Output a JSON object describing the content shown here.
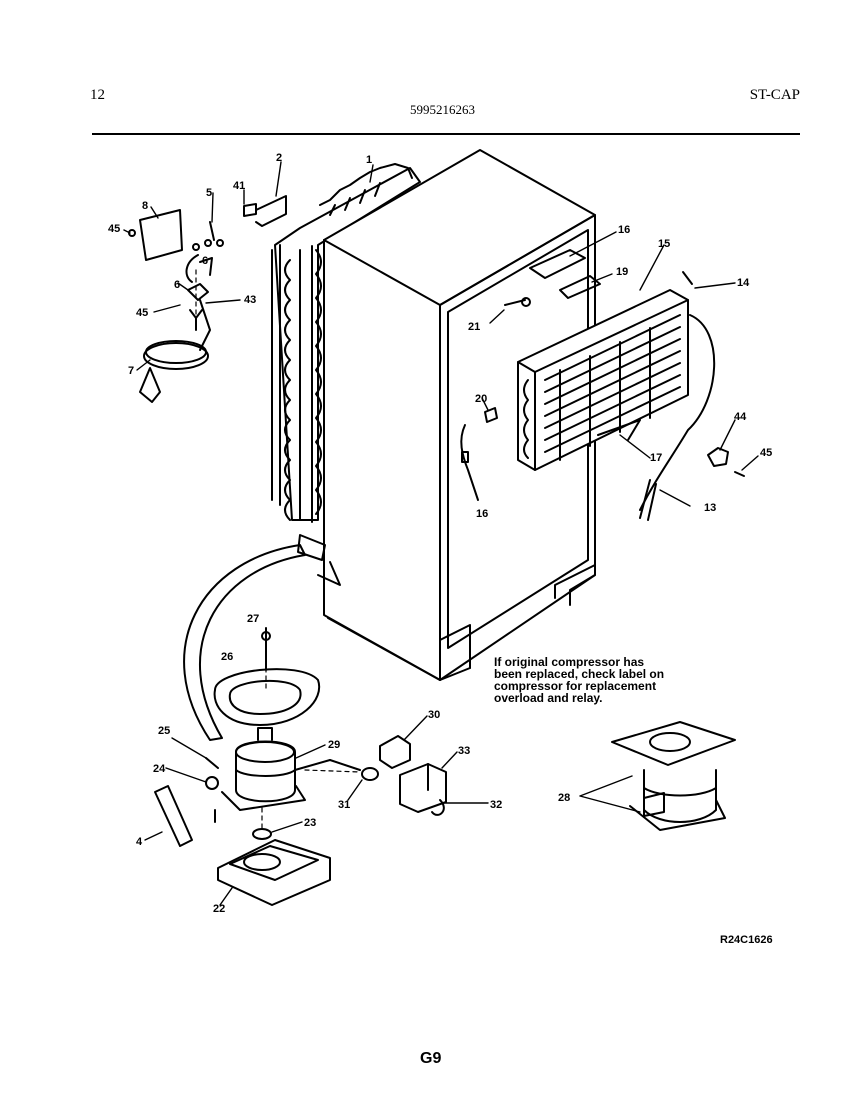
{
  "header": {
    "page_number": "12",
    "model_number": "5995216263",
    "variant": "ST-CAP"
  },
  "callouts": [
    "1",
    "2",
    "41",
    "8",
    "45",
    "5",
    "6",
    "6",
    "45",
    "43",
    "7",
    "16",
    "15",
    "19",
    "14",
    "21",
    "20",
    "16",
    "44",
    "45",
    "17",
    "13",
    "27",
    "26",
    "25",
    "24",
    "29",
    "4",
    "23",
    "22",
    "30",
    "33",
    "31",
    "32",
    "28"
  ],
  "note": {
    "lines": [
      "If original compressor has",
      "been replaced, check label on",
      "compressor for replacement",
      "overload and relay."
    ]
  },
  "reference_code": "R24C1626",
  "page_id": "G9"
}
